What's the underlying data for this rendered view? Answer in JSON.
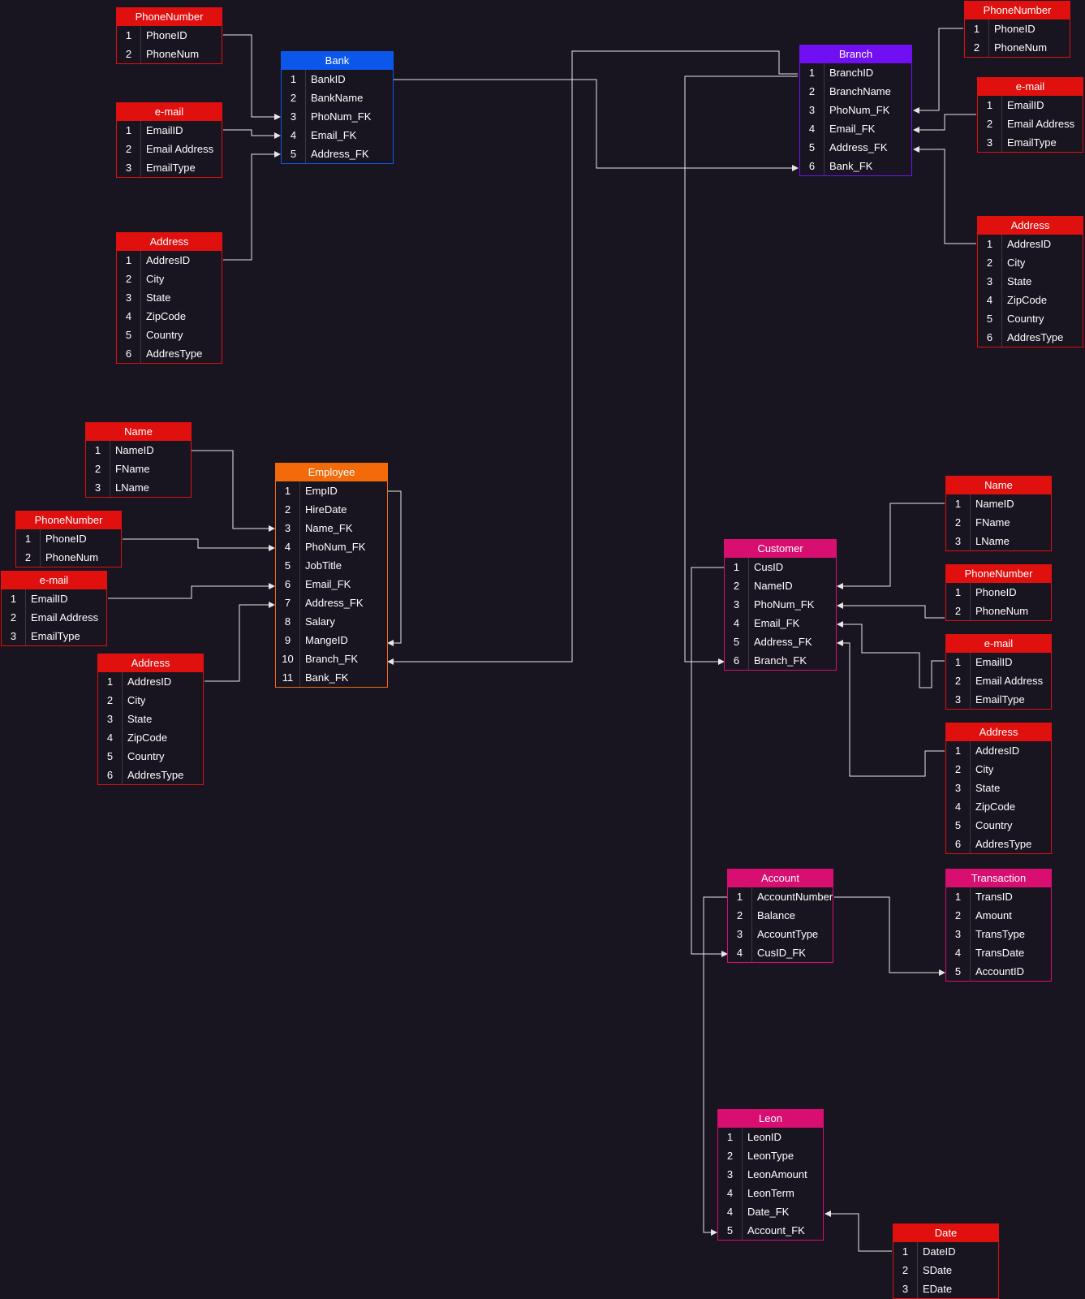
{
  "colors": {
    "background": "#181520",
    "red": "#e0100f",
    "blue": "#0c57ea",
    "purple": "#7010f2",
    "orange": "#f36a0b",
    "pink": "#d80e71",
    "connector": "#e6e6e6"
  },
  "tables": {
    "bank_phone": {
      "title": "PhoneNumber",
      "rows": [
        {
          "n": "1",
          "f": "PhoneID"
        },
        {
          "n": "2",
          "f": "PhoneNum"
        }
      ]
    },
    "bank_email": {
      "title": "e-mail",
      "rows": [
        {
          "n": "1",
          "f": "EmailID"
        },
        {
          "n": "2",
          "f": "Email Address"
        },
        {
          "n": "3",
          "f": "EmailType"
        }
      ]
    },
    "bank_address": {
      "title": "Address",
      "rows": [
        {
          "n": "1",
          "f": "AddresID"
        },
        {
          "n": "2",
          "f": "City"
        },
        {
          "n": "3",
          "f": "State"
        },
        {
          "n": "4",
          "f": "ZipCode"
        },
        {
          "n": "5",
          "f": "Country"
        },
        {
          "n": "6",
          "f": "AddresType"
        }
      ]
    },
    "bank": {
      "title": "Bank",
      "rows": [
        {
          "n": "1",
          "f": "BankID"
        },
        {
          "n": "2",
          "f": "BankName"
        },
        {
          "n": "3",
          "f": "PhoNum_FK"
        },
        {
          "n": "4",
          "f": "Email_FK"
        },
        {
          "n": "5",
          "f": "Address_FK"
        }
      ]
    },
    "branch": {
      "title": "Branch",
      "rows": [
        {
          "n": "1",
          "f": "BranchID"
        },
        {
          "n": "2",
          "f": "BranchName"
        },
        {
          "n": "3",
          "f": "PhoNum_FK"
        },
        {
          "n": "4",
          "f": "Email_FK"
        },
        {
          "n": "5",
          "f": "Address_FK"
        },
        {
          "n": "6",
          "f": "Bank_FK"
        }
      ]
    },
    "branch_phone": {
      "title": "PhoneNumber",
      "rows": [
        {
          "n": "1",
          "f": "PhoneID"
        },
        {
          "n": "2",
          "f": "PhoneNum"
        }
      ]
    },
    "branch_email": {
      "title": "e-mail",
      "rows": [
        {
          "n": "1",
          "f": "EmailID"
        },
        {
          "n": "2",
          "f": "Email Address"
        },
        {
          "n": "3",
          "f": "EmailType"
        }
      ]
    },
    "branch_address": {
      "title": "Address",
      "rows": [
        {
          "n": "1",
          "f": "AddresID"
        },
        {
          "n": "2",
          "f": "City"
        },
        {
          "n": "3",
          "f": "State"
        },
        {
          "n": "4",
          "f": "ZipCode"
        },
        {
          "n": "5",
          "f": "Country"
        },
        {
          "n": "6",
          "f": "AddresType"
        }
      ]
    },
    "emp_name": {
      "title": "Name",
      "rows": [
        {
          "n": "1",
          "f": "NameID"
        },
        {
          "n": "2",
          "f": "FName"
        },
        {
          "n": "3",
          "f": "LName"
        }
      ]
    },
    "emp_phone": {
      "title": "PhoneNumber",
      "rows": [
        {
          "n": "1",
          "f": "PhoneID"
        },
        {
          "n": "2",
          "f": "PhoneNum"
        }
      ]
    },
    "emp_email": {
      "title": "e-mail",
      "rows": [
        {
          "n": "1",
          "f": "EmailID"
        },
        {
          "n": "2",
          "f": "Email Address"
        },
        {
          "n": "3",
          "f": "EmailType"
        }
      ]
    },
    "emp_address": {
      "title": "Address",
      "rows": [
        {
          "n": "1",
          "f": "AddresID"
        },
        {
          "n": "2",
          "f": "City"
        },
        {
          "n": "3",
          "f": "State"
        },
        {
          "n": "4",
          "f": "ZipCode"
        },
        {
          "n": "5",
          "f": "Country"
        },
        {
          "n": "6",
          "f": "AddresType"
        }
      ]
    },
    "employee": {
      "title": "Employee",
      "rows": [
        {
          "n": "1",
          "f": "EmpID"
        },
        {
          "n": "2",
          "f": "HireDate"
        },
        {
          "n": "3",
          "f": "Name_FK"
        },
        {
          "n": "4",
          "f": "PhoNum_FK"
        },
        {
          "n": "5",
          "f": "JobTitle"
        },
        {
          "n": "6",
          "f": "Email_FK"
        },
        {
          "n": "7",
          "f": "Address_FK"
        },
        {
          "n": "8",
          "f": "Salary"
        },
        {
          "n": "9",
          "f": "MangeID"
        },
        {
          "n": "10",
          "f": "Branch_FK"
        },
        {
          "n": "11",
          "f": "Bank_FK"
        }
      ]
    },
    "cust_name": {
      "title": "Name",
      "rows": [
        {
          "n": "1",
          "f": "NameID"
        },
        {
          "n": "2",
          "f": "FName"
        },
        {
          "n": "3",
          "f": "LName"
        }
      ]
    },
    "cust_phone": {
      "title": "PhoneNumber",
      "rows": [
        {
          "n": "1",
          "f": "PhoneID"
        },
        {
          "n": "2",
          "f": "PhoneNum"
        }
      ]
    },
    "cust_email": {
      "title": "e-mail",
      "rows": [
        {
          "n": "1",
          "f": "EmailID"
        },
        {
          "n": "2",
          "f": "Email Address"
        },
        {
          "n": "3",
          "f": "EmailType"
        }
      ]
    },
    "cust_address": {
      "title": "Address",
      "rows": [
        {
          "n": "1",
          "f": "AddresID"
        },
        {
          "n": "2",
          "f": "City"
        },
        {
          "n": "3",
          "f": "State"
        },
        {
          "n": "4",
          "f": "ZipCode"
        },
        {
          "n": "5",
          "f": "Country"
        },
        {
          "n": "6",
          "f": "AddresType"
        }
      ]
    },
    "customer": {
      "title": "Customer",
      "rows": [
        {
          "n": "1",
          "f": "CusID"
        },
        {
          "n": "2",
          "f": "NameID"
        },
        {
          "n": "3",
          "f": "PhoNum_FK"
        },
        {
          "n": "4",
          "f": "Email_FK"
        },
        {
          "n": "5",
          "f": "Address_FK"
        },
        {
          "n": "6",
          "f": "Branch_FK"
        }
      ]
    },
    "account": {
      "title": "Account",
      "rows": [
        {
          "n": "1",
          "f": "AccountNumber"
        },
        {
          "n": "2",
          "f": "Balance"
        },
        {
          "n": "3",
          "f": "AccountType"
        },
        {
          "n": "4",
          "f": "CusID_FK"
        }
      ]
    },
    "transaction": {
      "title": "Transaction",
      "rows": [
        {
          "n": "1",
          "f": "TransID"
        },
        {
          "n": "2",
          "f": "Amount"
        },
        {
          "n": "3",
          "f": "TransType"
        },
        {
          "n": "4",
          "f": "TransDate"
        },
        {
          "n": "5",
          "f": "AccountID"
        }
      ]
    },
    "leon": {
      "title": "Leon",
      "rows": [
        {
          "n": "1",
          "f": "LeonID"
        },
        {
          "n": "2",
          "f": "LeonType"
        },
        {
          "n": "3",
          "f": "LeonAmount"
        },
        {
          "n": "4",
          "f": "LeonTerm"
        },
        {
          "n": "4",
          "f": "Date_FK"
        },
        {
          "n": "5",
          "f": "Account_FK"
        }
      ]
    },
    "date": {
      "title": "Date",
      "rows": [
        {
          "n": "1",
          "f": "DateID"
        },
        {
          "n": "2",
          "f": "SDate"
        },
        {
          "n": "3",
          "f": "EDate"
        }
      ]
    }
  }
}
